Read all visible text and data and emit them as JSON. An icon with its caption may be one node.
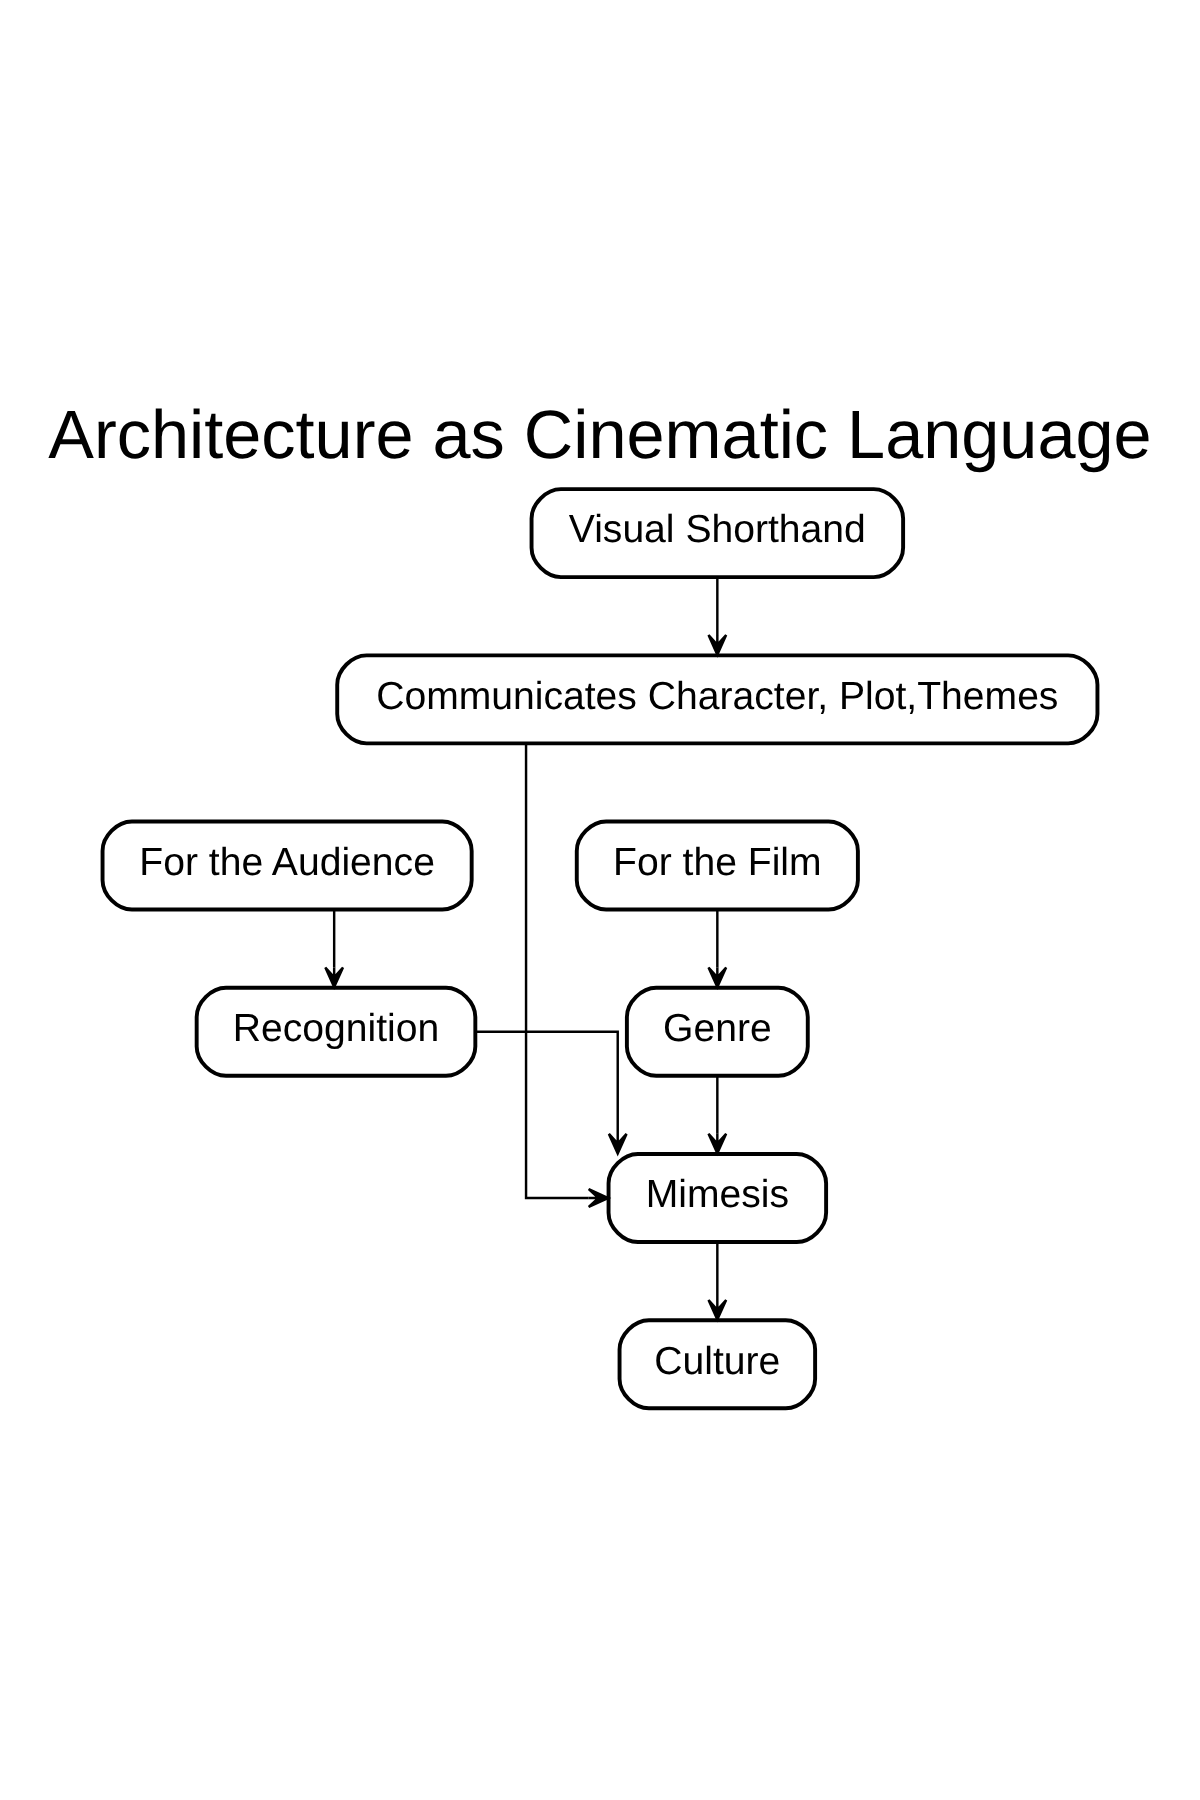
{
  "diagram": {
    "title": "Architecture as Cinematic Language",
    "nodes": [
      {
        "text": [
          "Visual Shorthand"
        ]
      },
      {
        "text": [
          "Communicates Character, Plot,Themes"
        ]
      },
      {
        "text": [
          "For the Audience"
        ]
      },
      {
        "text": [
          "For the Film"
        ]
      },
      {
        "text": [
          "Recognition"
        ]
      },
      {
        "text": [
          "Genre"
        ]
      },
      {
        "text": [
          "Mimesis"
        ]
      },
      {
        "text": [
          "Culture"
        ]
      }
    ],
    "edges": [
      {
        "from": 0,
        "to": 1,
        "arrow": "to"
      },
      {
        "from": 1,
        "to": 6,
        "arrow": "to"
      },
      {
        "from": 2,
        "to": 4,
        "arrow": "to"
      },
      {
        "from": 3,
        "to": 5,
        "arrow": "to"
      },
      {
        "from": 4,
        "to": 6,
        "arrow": "to"
      },
      {
        "from": 5,
        "to": 6,
        "arrow": "to"
      },
      {
        "from": 6,
        "to": 7,
        "arrow": "to"
      }
    ]
  }
}
